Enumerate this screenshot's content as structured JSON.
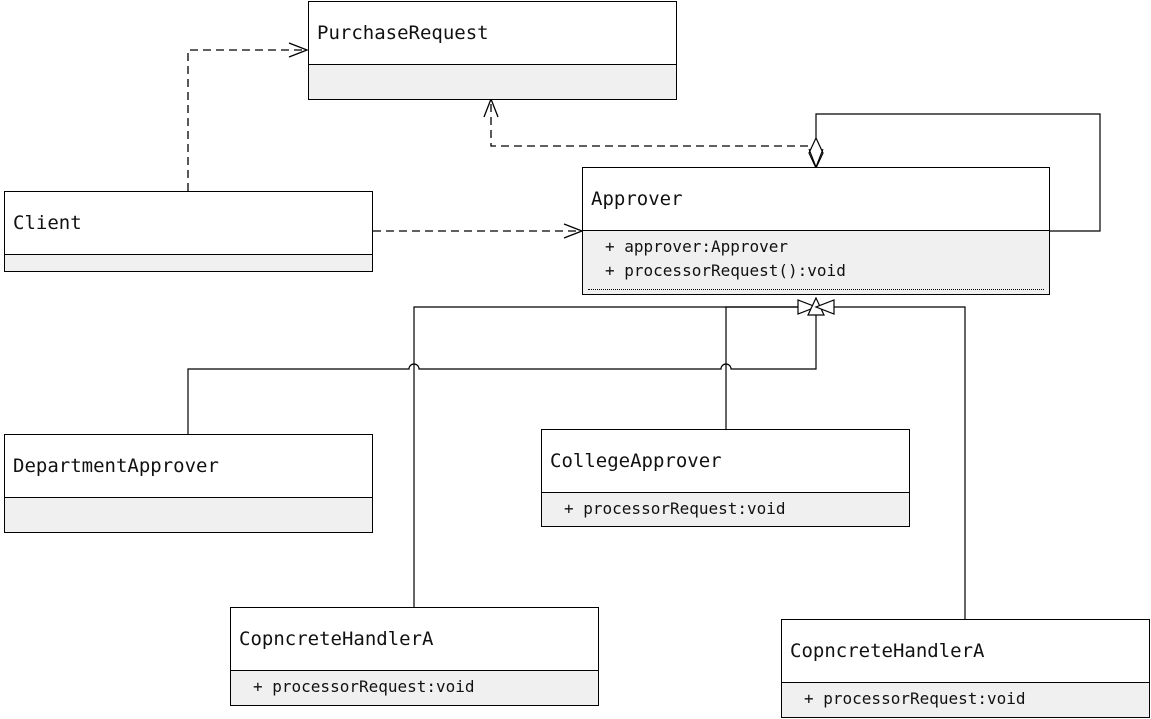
{
  "classes": {
    "purchase_request": {
      "name": "PurchaseRequest",
      "members": []
    },
    "client": {
      "name": "Client",
      "members": []
    },
    "approver": {
      "name": "Approver",
      "members": [
        "+ approver:Approver",
        "+ processorRequest():void"
      ]
    },
    "department_approver": {
      "name": "DepartmentApprover",
      "members": []
    },
    "college_approver": {
      "name": "CollegeApprover",
      "members": [
        "+ processorRequest:void"
      ]
    },
    "concrete_handler_left": {
      "name": "CopncreteHandlerA",
      "members": [
        "+ processorRequest:void"
      ]
    },
    "concrete_handler_right": {
      "name": "CopncreteHandlerA",
      "members": [
        "+ processorRequest:void"
      ]
    }
  },
  "relations": [
    {
      "from": "Client",
      "to": "PurchaseRequest",
      "type": "dependency"
    },
    {
      "from": "Client",
      "to": "Approver",
      "type": "dependency"
    },
    {
      "from": "Approver",
      "to": "PurchaseRequest",
      "type": "dependency"
    },
    {
      "from": "Approver",
      "to": "Approver",
      "type": "aggregation"
    },
    {
      "from": "DepartmentApprover",
      "to": "Approver",
      "type": "generalization"
    },
    {
      "from": "CollegeApprover",
      "to": "Approver",
      "type": "generalization"
    },
    {
      "from": "CopncreteHandlerA",
      "to": "Approver",
      "type": "generalization"
    },
    {
      "from": "CopncreteHandlerA",
      "to": "Approver",
      "type": "generalization"
    }
  ]
}
